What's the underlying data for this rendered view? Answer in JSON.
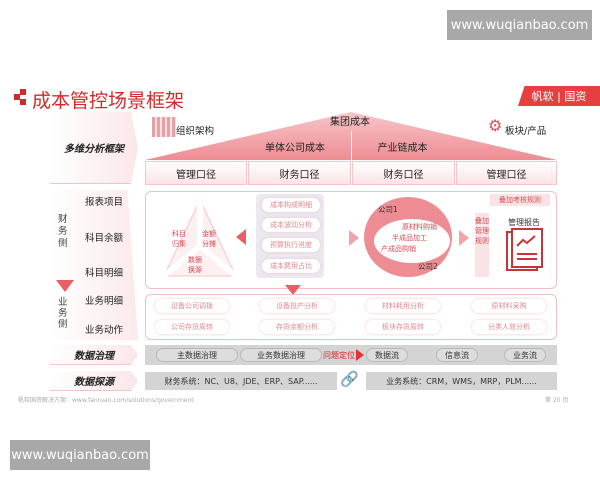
{
  "watermark": "www.wuqianbao.com",
  "title": "成本管控场景框架",
  "brand": "帆软 | 国资",
  "left_labels": {
    "multi": "多维分析框架",
    "governance": "数据治理",
    "source": "数据探源"
  },
  "finance_side": {
    "label": "财务侧",
    "items": [
      "报表项目",
      "科目余额",
      "科目明细"
    ]
  },
  "business_side": {
    "label": "业务侧",
    "items": [
      "业务明细",
      "业务动作"
    ]
  },
  "org": "组织架构",
  "product": "板块/产品",
  "roof": {
    "top": "集团成本",
    "left": "单体公司成本",
    "right": "产业链成本"
  },
  "kou": [
    "管理口径",
    "财务口径",
    "财务口径",
    "管理口径"
  ],
  "triangle": {
    "a": "科目归集",
    "b": "金额分摊",
    "c": "数据换源"
  },
  "analysis": [
    "成本构成明细",
    "成本波动分析",
    "预算执行进度",
    "成本费用占比"
  ],
  "ellipse": {
    "c1": "公司1",
    "c2": "公司2",
    "items": [
      "原材料购销",
      "半成品加工",
      "产成品购销"
    ]
  },
  "rule": "叠加管理规则",
  "assess": "叠加考核规则",
  "report": "管理报告",
  "biz_rows": [
    [
      "设备公司调拨",
      "设备投产分析",
      "材料耗用分析",
      "原材料采购"
    ],
    [
      "公司存货周转",
      "存货余额分析",
      "板块存货周转",
      "分类人效分析"
    ]
  ],
  "gov": {
    "items": [
      "主数据治理",
      "业务数据治理"
    ],
    "locate": "问题定位",
    "flows": [
      "数据流",
      "信息流",
      "业务流"
    ]
  },
  "src": {
    "fin": "财务系统：NC、U8、JDE、ERP、SAP......",
    "biz": "业务系统：CRM，WMS，MRP，PLM......"
  },
  "footer": "帆软国资解决方案：www.fanruan.com/solutions/government",
  "page": "第  20  页",
  "colors": {
    "accent": "#d22a2a",
    "pink": "#ee8c93"
  }
}
